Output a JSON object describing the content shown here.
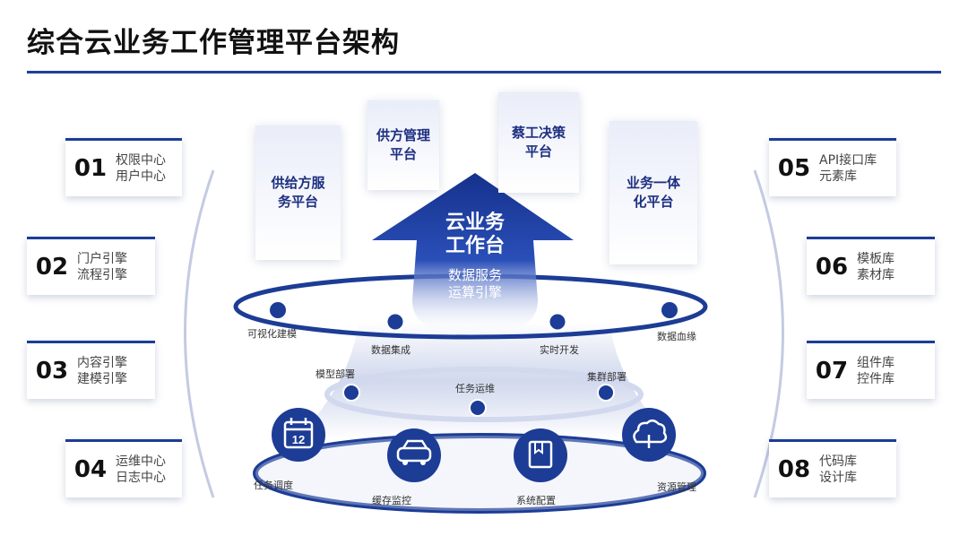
{
  "title": "综合云业务工作管理平台架构",
  "core": {
    "title_line1": "云业务",
    "title_line2": "工作台",
    "sub_line1": "数据服务",
    "sub_line2": "运算引擎"
  },
  "platforms": [
    {
      "line1": "供给方服",
      "line2": "务平台"
    },
    {
      "line1": "供方管理",
      "line2": "平台"
    },
    {
      "line1": "蔡工决策",
      "line2": "平台"
    },
    {
      "line1": "业务一体",
      "line2": "化平台"
    }
  ],
  "left_cards": [
    {
      "num": "01",
      "line1": "权限中心",
      "line2": "用户中心"
    },
    {
      "num": "02",
      "line1": "门户引擎",
      "line2": "流程引擎"
    },
    {
      "num": "03",
      "line1": "内容引擎",
      "line2": "建模引擎"
    },
    {
      "num": "04",
      "line1": "运维中心",
      "line2": "日志中心"
    }
  ],
  "right_cards": [
    {
      "num": "05",
      "line1": "API接口库",
      "line2": "元素库"
    },
    {
      "num": "06",
      "line1": "模板库",
      "line2": "素材库"
    },
    {
      "num": "07",
      "line1": "组件库",
      "line2": "控件库"
    },
    {
      "num": "08",
      "line1": "代码库",
      "line2": "设计库"
    }
  ],
  "ring_upper_labels": [
    "可视化建模",
    "数据集成",
    "实时开发",
    "数据血缘"
  ],
  "ring_middle_labels": [
    "模型部署",
    "任务运维",
    "集群部署"
  ],
  "ring_lower_labels": [
    "任务调度",
    "缓存监控",
    "系统配置",
    "资源管理"
  ],
  "icons": [
    "calendar-icon",
    "car-icon",
    "book-icon",
    "cloud-icon"
  ],
  "calendar_day": "12",
  "colors": {
    "primary": "#1c3c95",
    "accent": "#2a4fb8",
    "rule": "#1f3f9b"
  }
}
